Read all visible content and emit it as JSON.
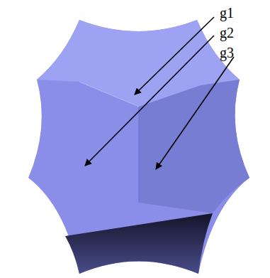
{
  "diagram": {
    "labels": [
      "g1",
      "g2",
      "g3"
    ]
  }
}
